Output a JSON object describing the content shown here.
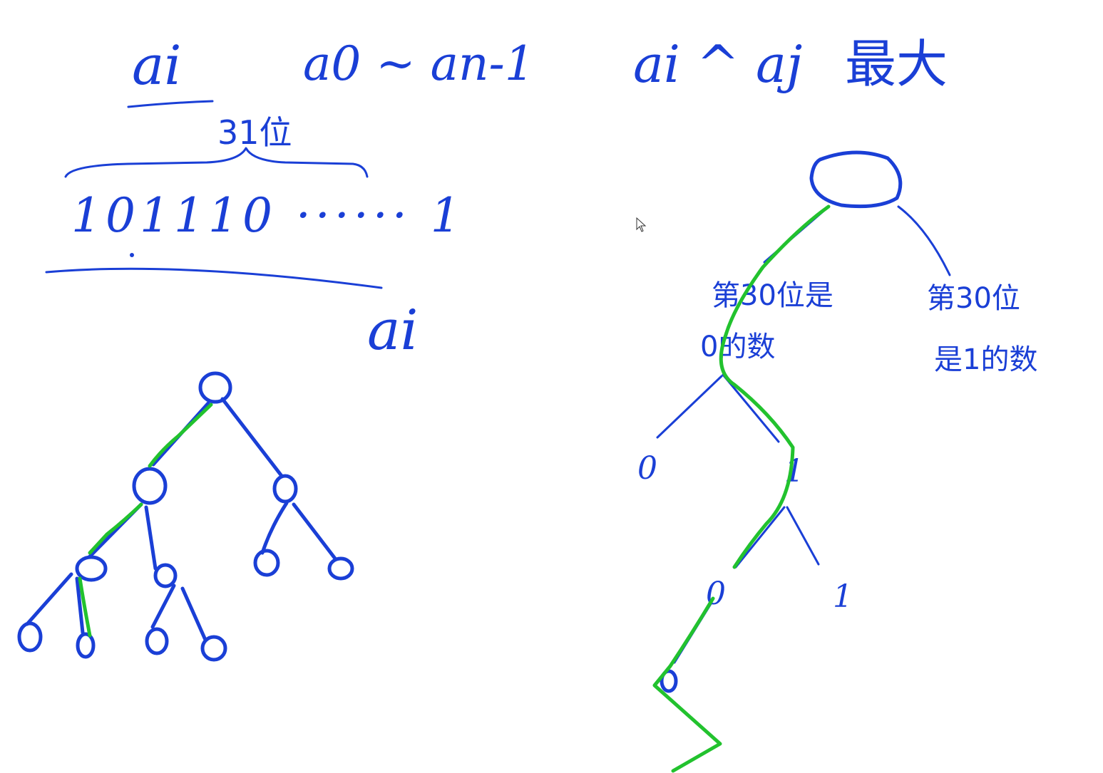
{
  "colors": {
    "ink": "#1a3fd6",
    "highlight": "#22c22e",
    "background": "#ffffff"
  },
  "formula": {
    "ai": "ai",
    "range": "a0 ~ an-1",
    "goal_expr": "ai ^ aj",
    "goal_word": "最大"
  },
  "binary": {
    "width_label": "31位",
    "bits": "101110 ······ 1",
    "name": "ai"
  },
  "trie_right": {
    "left_label_1": "第30位是",
    "left_label_2": "0的数",
    "right_label_1": "第30位",
    "right_label_2": "是1的数",
    "level1_left": "0",
    "level1_right": "1",
    "level2_left": "0",
    "level2_right": "1"
  },
  "icons": {
    "cursor": "cursor-arrow-icon"
  }
}
